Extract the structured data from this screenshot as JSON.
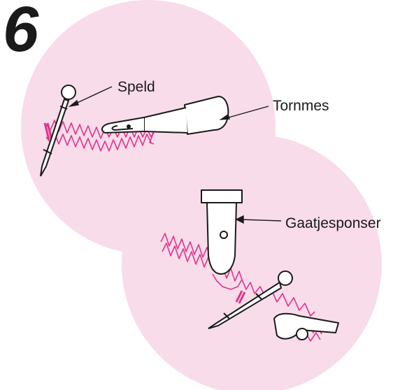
{
  "step": {
    "number": "6"
  },
  "labels": {
    "pin": "Speld",
    "seam_ripper": "Tornmes",
    "hole_punch": "Gaatjesponser"
  },
  "colors": {
    "circle_fill": "#f8dcea",
    "stitch": "#e0358c",
    "outline": "#1a1a1a"
  },
  "icons": [
    "pin-icon",
    "seam-ripper-icon",
    "hole-punch-icon",
    "buttonhole-stitch-icon"
  ]
}
